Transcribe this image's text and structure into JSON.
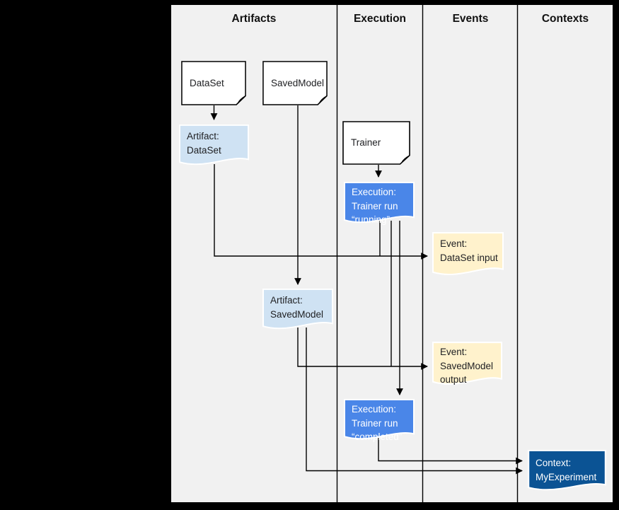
{
  "columns": [
    {
      "label": "Artifacts"
    },
    {
      "label": "Execution"
    },
    {
      "label": "Events"
    },
    {
      "label": "Contexts"
    }
  ],
  "nodes": {
    "dataset": {
      "label": "DataSet"
    },
    "savedmodel": {
      "label": "SavedModel"
    },
    "trainer": {
      "label": "Trainer"
    },
    "artifact_dataset": {
      "label": "Artifact:\nDataSet"
    },
    "execution_running": {
      "label": "Execution:\nTrainer run\n“running”"
    },
    "event_dataset_input": {
      "label": "Event:\nDataSet input"
    },
    "artifact_savedmodel": {
      "label": "Artifact:\nSavedModel"
    },
    "event_savedmodel_output": {
      "label": "Event:\nSavedModel\noutput"
    },
    "execution_completed": {
      "label": "Execution:\nTrainer run\n“completed”"
    },
    "context_myexperiment": {
      "label": "Context:\nMyExperiment"
    }
  },
  "colors": {
    "page_background": "#000000",
    "canvas_background": "#f1f1f1",
    "document_fill": "#ffffff",
    "fold_fill": "#a8a8a8",
    "artifact_fill": "#cfe2f3",
    "execution_fill": "#4a86e8",
    "event_fill": "#fff2cc",
    "context_fill": "#0b5394",
    "line": "#000000"
  }
}
